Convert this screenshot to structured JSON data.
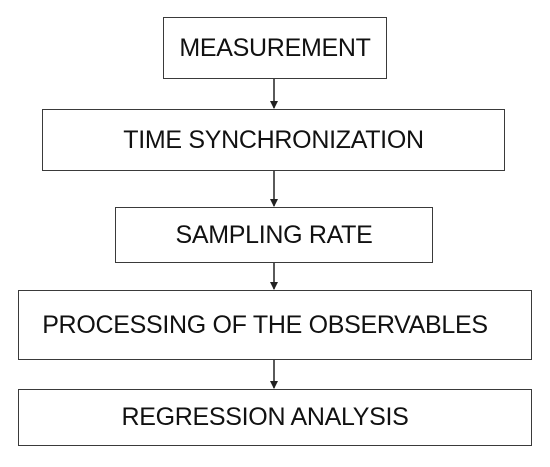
{
  "flowchart": {
    "steps": [
      {
        "label": "MEASUREMENT"
      },
      {
        "label": "TIME SYNCHRONIZATION"
      },
      {
        "label": "SAMPLING RATE"
      },
      {
        "label": "PROCESSING OF THE OBSERVABLES"
      },
      {
        "label": "REGRESSION ANALYSIS"
      }
    ]
  },
  "colors": {
    "border": "#3a3a3a",
    "text": "#111111",
    "arrow": "#222222"
  }
}
